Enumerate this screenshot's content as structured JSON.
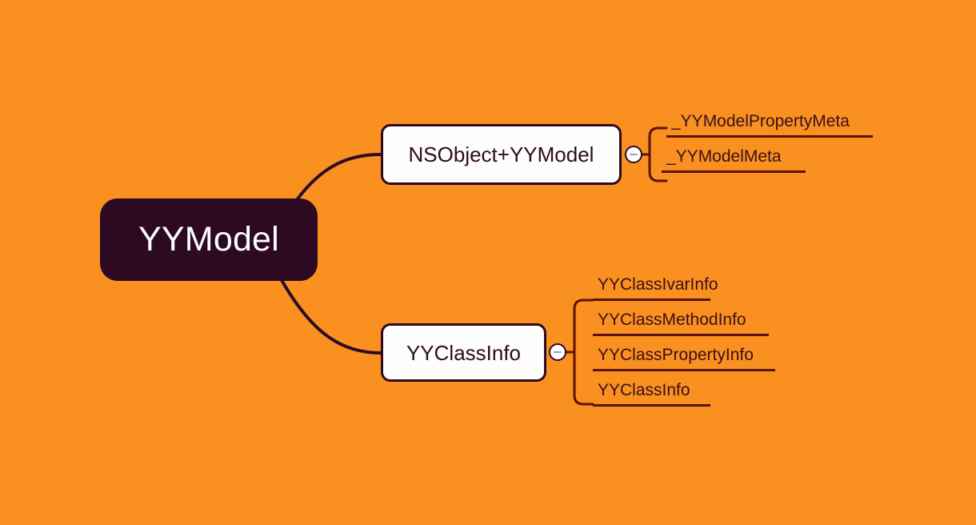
{
  "theme": {
    "background_color": "#f9901f",
    "root_fill": "#2d0a22",
    "root_text_color": "#ffffff",
    "branch_fill": "#fdfdfb",
    "branch_border_color": "#2d0a22",
    "branch_text_color": "#2d0a22",
    "leaf_text_color": "#3a0f1c",
    "leaf_underline_color": "#5c1208",
    "toggle_fill": "#ffffff",
    "toggle_minus_color": "#9aa0b0"
  },
  "root": {
    "label": "YYModel"
  },
  "branches": [
    {
      "label": "NSObject+YYModel",
      "toggle_icon": "minus-circle-icon",
      "toggle_state": "expanded",
      "children": [
        {
          "label": "_YYModelPropertyMeta"
        },
        {
          "label": "_YYModelMeta"
        }
      ]
    },
    {
      "label": "YYClassInfo",
      "toggle_icon": "minus-circle-icon",
      "toggle_state": "expanded",
      "children": [
        {
          "label": "YYClassIvarInfo"
        },
        {
          "label": "YYClassMethodInfo"
        },
        {
          "label": "YYClassPropertyInfo"
        },
        {
          "label": "YYClassInfo"
        }
      ]
    }
  ]
}
